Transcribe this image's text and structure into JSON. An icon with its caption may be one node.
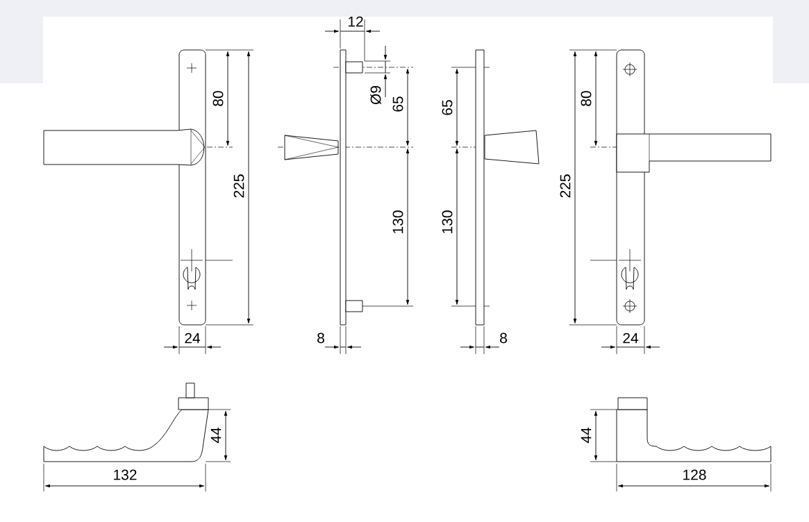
{
  "diagram": {
    "labels": [
      "12",
      "80",
      "225",
      "Ø9",
      "65",
      "65",
      "80",
      "225",
      "130",
      "130",
      "24",
      "8",
      "8",
      "24",
      "44",
      "44",
      "132",
      "128"
    ]
  }
}
